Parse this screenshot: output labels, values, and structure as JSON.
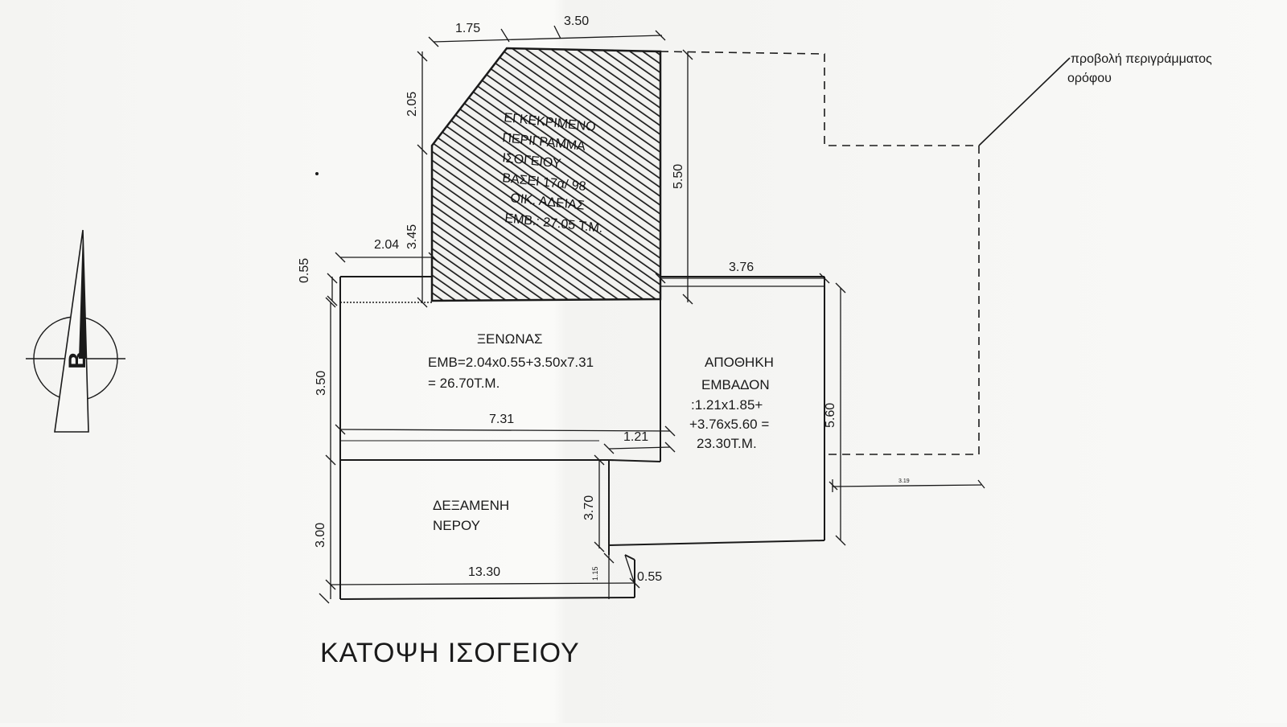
{
  "drawing_title": "ΚΑΤΟΨΗ ΙΣΟΓΕΙΟΥ",
  "north_letter": "B",
  "annotation": {
    "line1": "προβολή περιγράμματος",
    "line2": "ορόφου"
  },
  "hatched_area": {
    "lines": [
      "ΕΓΚΕΚΡΙΜΕΝΟ",
      "ΠΕΡΙΓΡΑΜΜΑ",
      "ΙΣΟΓΕΙΟΥ",
      "ΒΑΣΕΙ 17α/ 98",
      "ΟΙΚ. ΑΔΕΙΑΣ",
      "ΕΜΒ.: 27.05 Τ.Μ."
    ]
  },
  "rooms": {
    "xenonas": {
      "name": "ΞΕΝΩΝΑΣ",
      "formula": "ΕΜΒ=2.04x0.55+3.50x7.31",
      "result": "= 26.70Τ.Μ."
    },
    "apothiki": {
      "name": "ΑΠΟΘΗΚΗ",
      "label": "ΕΜΒΑΔΟΝ",
      "formula1": ":1.21x1.85+",
      "formula2": "+3.76x5.60 =",
      "result": "23.30Τ.Μ."
    },
    "dexameni": {
      "line1": "ΔΕΞΑΜΕΝΗ",
      "line2": "ΝΕΡΟΥ"
    }
  },
  "dimensions": {
    "d_1_75": "1.75",
    "d_3_50_top": "3.50",
    "d_2_05": "2.05",
    "d_3_45": "3.45",
    "d_5_50": "5.50",
    "d_2_04": "2.04",
    "d_0_55_left": "0.55",
    "d_3_76": "3.76",
    "d_3_50_left": "3.50",
    "d_7_31": "7.31",
    "d_1_21": "1.21",
    "d_5_60": "5.60",
    "d_3_70": "3.70",
    "d_3_00": "3.00",
    "d_13_30": "13.30",
    "d_1_15": "1.15",
    "d_0_55_bottom": "0.55",
    "d_3_19": "3.19"
  }
}
